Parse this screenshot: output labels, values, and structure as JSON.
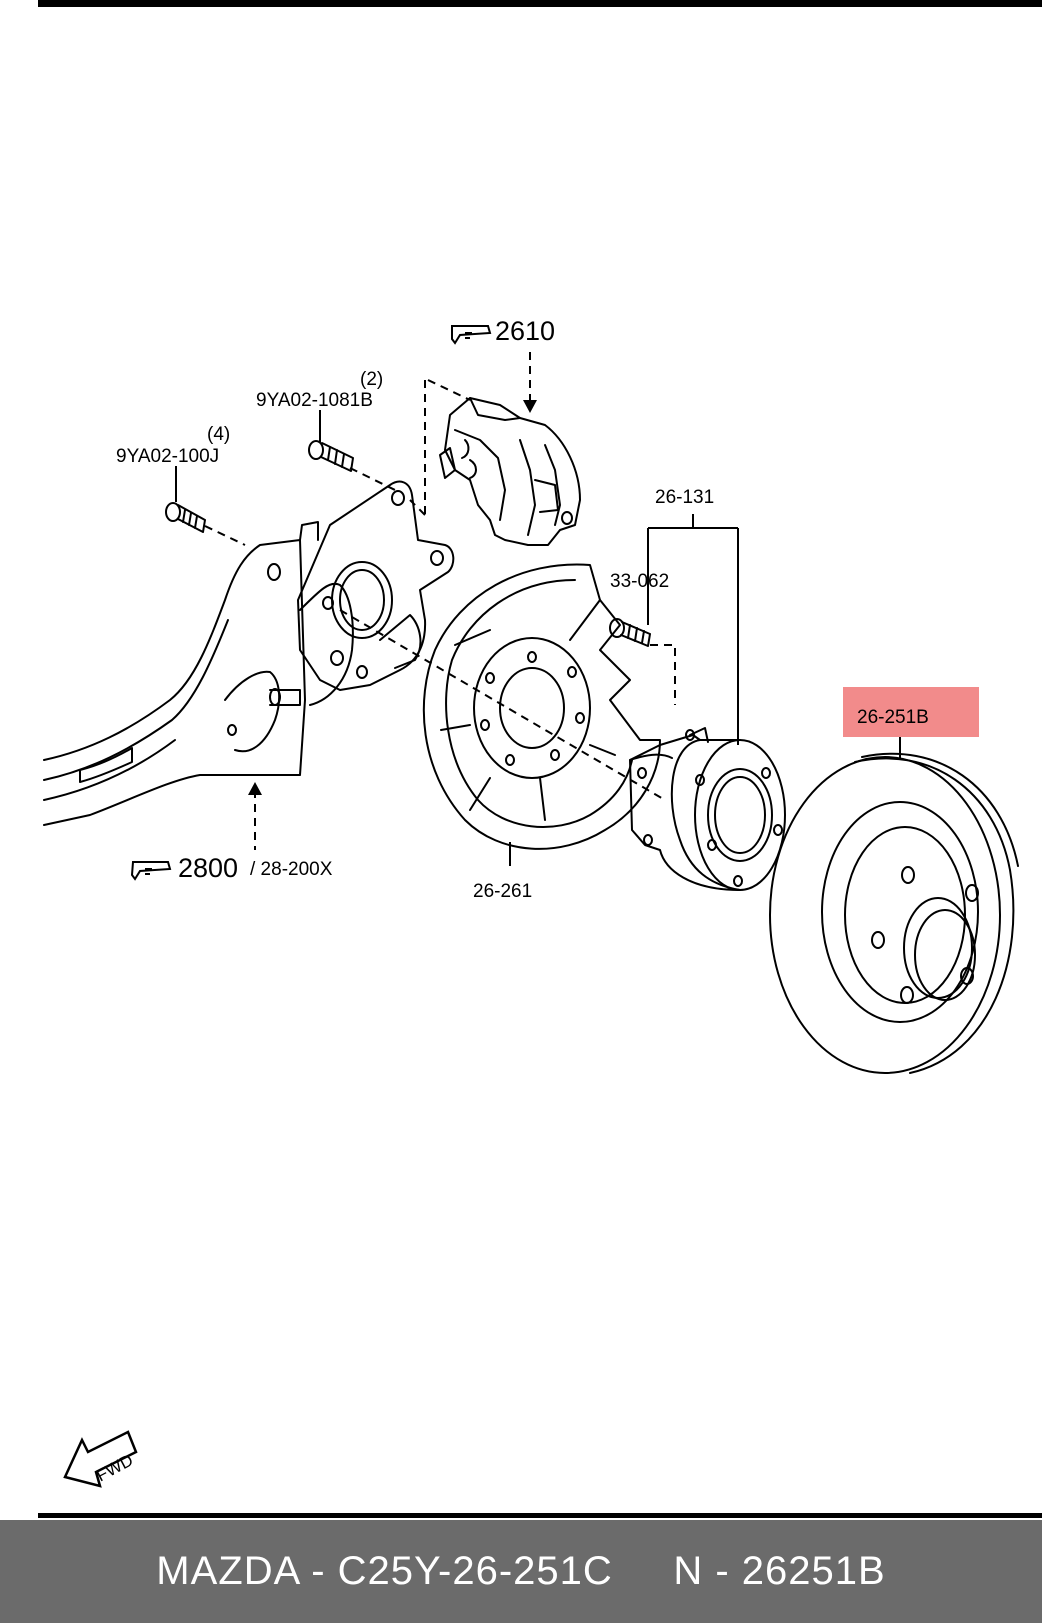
{
  "callouts": {
    "ref_2610": "2610",
    "ref_2800": "2800",
    "ref_2800_alt": "/ 28-200X",
    "part_9ya02_1081b": "9YA02-1081B",
    "qty_9ya02_1081b": "(2)",
    "part_9ya02_100j": "9YA02-100J",
    "qty_9ya02_100j": "(4)",
    "part_26_131": "26-131",
    "part_33_062": "33-062",
    "part_26_261": "26-261",
    "part_26_251b": "26-251B"
  },
  "highlight": {
    "part": "26-251B",
    "color": "#f28b8b"
  },
  "fwd_label": "FWD",
  "footer": {
    "text": "MAZDA - C25Y-26-251C     N - 26251B",
    "background": "#6b6b6b",
    "color": "#ffffff"
  }
}
